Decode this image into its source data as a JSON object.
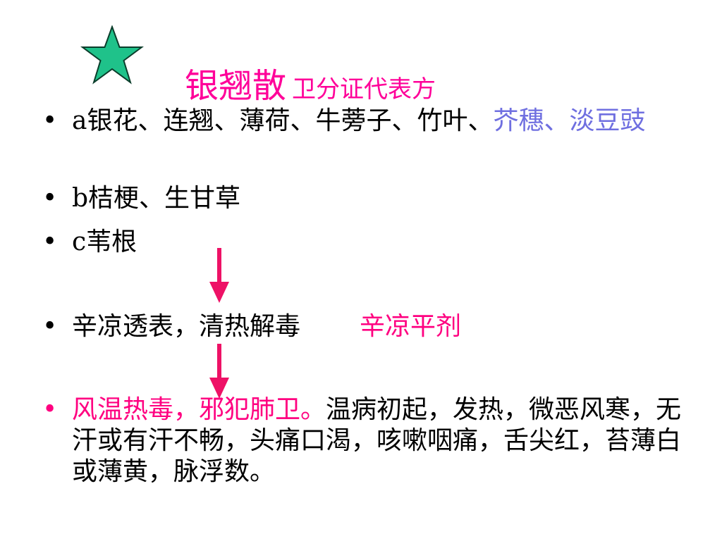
{
  "slide": {
    "star_icon": "star-icon",
    "star_color": "#1fc28a",
    "title": {
      "main": "银翘散",
      "sub": "卫分证代表方",
      "color": "#ff0099"
    },
    "bullets": [
      {
        "marker": "•",
        "parts": [
          {
            "text": "a银花、连翘、薄荷、牛蒡子、竹叶、",
            "color": "#000000"
          },
          {
            "text": "芥穗、淡豆豉",
            "color": "#6f6fe0"
          }
        ]
      },
      {
        "marker": "•",
        "parts": [
          {
            "text": "b桔梗、生甘草",
            "color": "#000000"
          }
        ]
      },
      {
        "marker": "•",
        "parts": [
          {
            "text": "c苇根",
            "color": "#000000"
          }
        ]
      },
      {
        "marker": "•",
        "parts": [
          {
            "text": "辛凉透表，清热解毒",
            "color": "#000000"
          },
          {
            "text": "辛凉平剂",
            "color": "#ff0080"
          }
        ]
      },
      {
        "marker": "•",
        "marker_color": "#ff0080",
        "parts": [
          {
            "text": "风温热毒，邪犯肺卫。",
            "color": "#ff0080"
          },
          {
            "text": "温病初起，发热，微恶风寒，无汗或有汗不畅，头痛口渴，咳嗽咽痛，舌尖红，苔薄白或薄黄，脉浮数。",
            "color": "#000000"
          }
        ]
      }
    ],
    "arrow_icon": "down-arrow-icon",
    "arrow_color": "#ee1166"
  }
}
